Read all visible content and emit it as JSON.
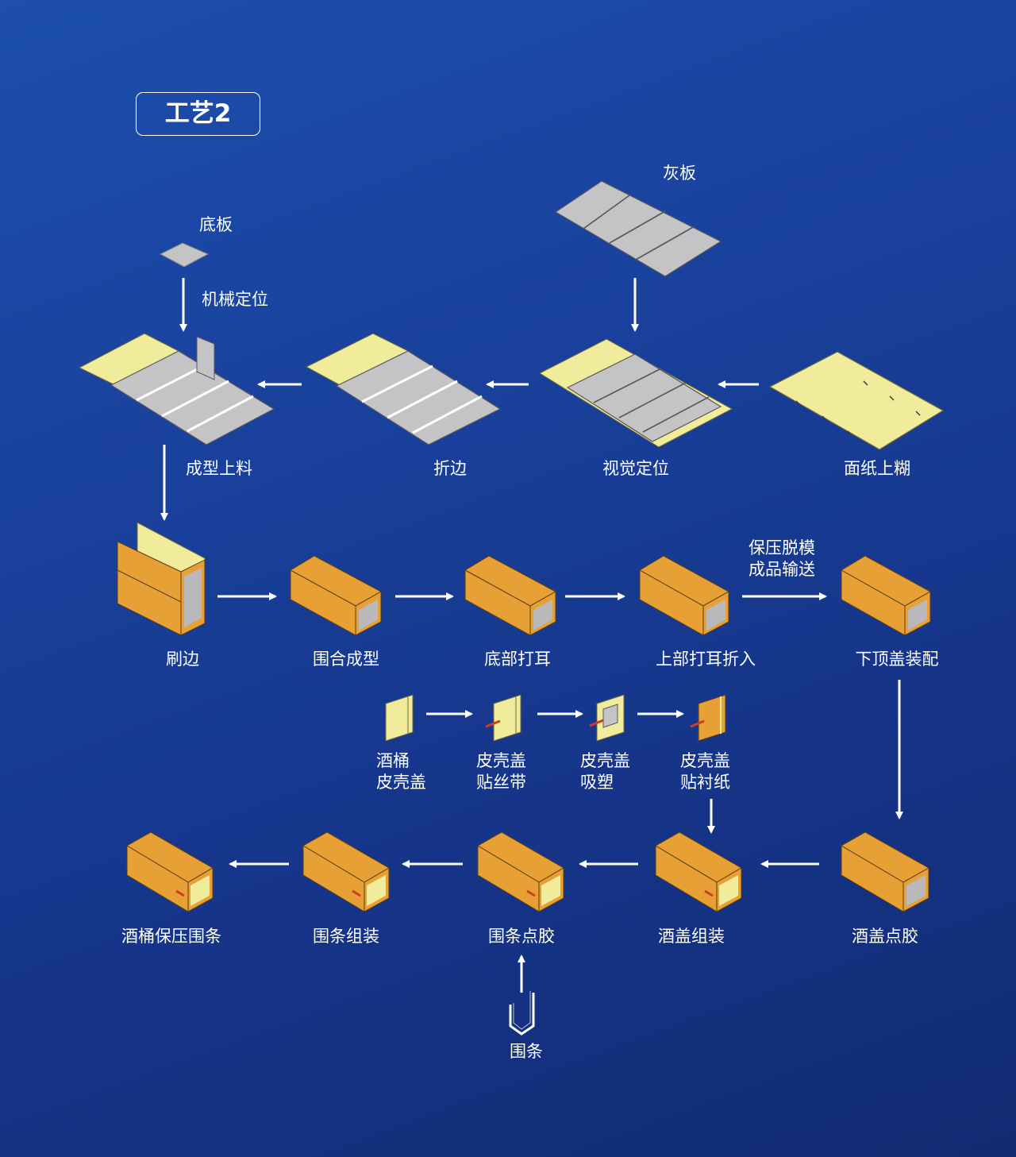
{
  "header": {
    "title": "工艺2"
  },
  "colors": {
    "board_gray": "#c4c4c6",
    "glue_yellow": "#f1ec9c",
    "box_orange": "#e6a035",
    "box_inner_gray": "#b9b9bb",
    "tape_red": "#d23a22",
    "arrow_white": "#ffffff"
  },
  "materials": {
    "base_board": "底板",
    "gray_board": "灰板",
    "strip": "围条"
  },
  "steps": {
    "mechanical_positioning": "机械定位",
    "forming_feed": "成型上料",
    "fold_edge": "折边",
    "visual_positioning": "视觉定位",
    "face_paper_glue": "面纸上糊",
    "brush_edge": "刷边",
    "wrap_forming": "围合成型",
    "bottom_ear": "底部打耳",
    "top_ear_fold": "上部打耳折入",
    "press_demold_line1": "保压脱模",
    "press_demold_line2": "成品输送",
    "lower_lid_assembly": "下顶盖装配",
    "lid_glue": "酒盖点胶",
    "lid_assembly": "酒盖组装",
    "strip_glue": "围条点胶",
    "strip_assembly": "围条组装",
    "barrel_press_strip": "酒桶保压围条"
  },
  "subprocess": {
    "barrel_shell_lid_line1": "酒桶",
    "barrel_shell_lid_line2": "皮壳盖",
    "shell_lid_tape_line1": "皮壳盖",
    "shell_lid_tape_line2": "贴丝带",
    "shell_lid_blister_line1": "皮壳盖",
    "shell_lid_blister_line2": "吸塑",
    "shell_lid_lining_line1": "皮壳盖",
    "shell_lid_lining_line2": "贴衬纸"
  }
}
